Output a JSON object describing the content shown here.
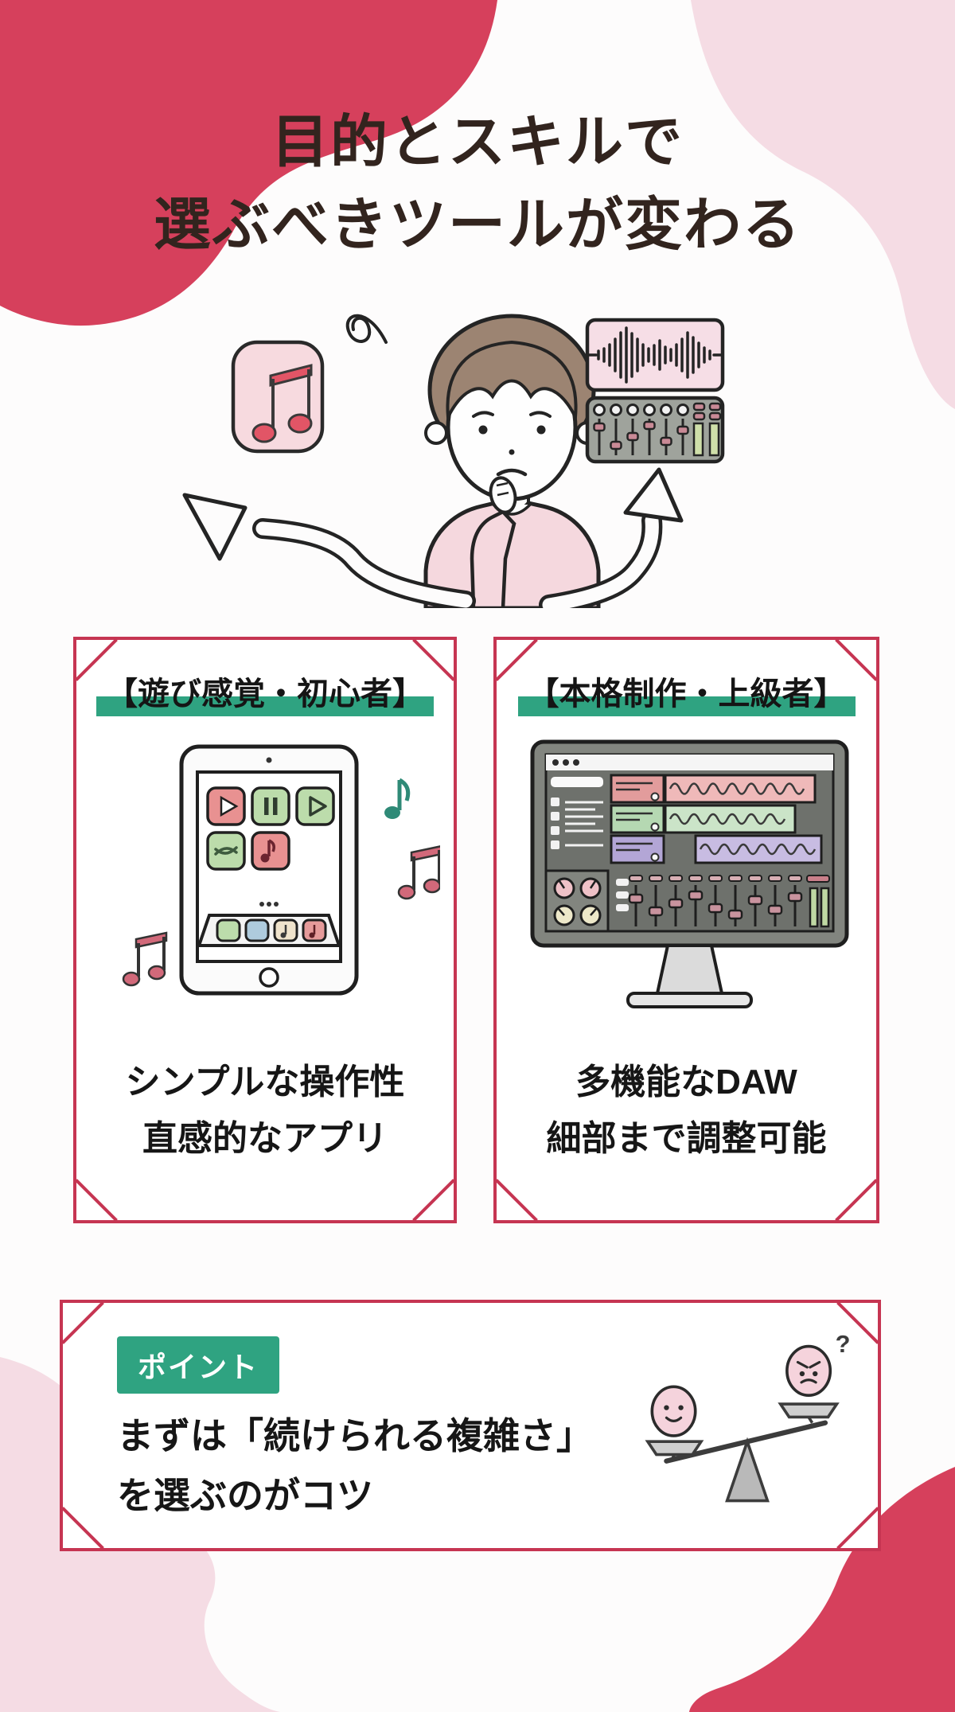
{
  "page": {
    "background": "#FDFCFC"
  },
  "colors": {
    "crimson_blob": "#D6405C",
    "light_pink_blob": "#F5DCE4",
    "card_border": "#C63552",
    "accent_green": "#2FA381",
    "title_text": "#32241E",
    "body_text": "#161616"
  },
  "title": {
    "line1": "目的とスキルで",
    "line2": "選ぶべきツールが変わる"
  },
  "hero": {
    "left_icon": "music-app-icon",
    "center_icon": "thinking-person",
    "right_icon_top": "audio-waveform-panel",
    "right_icon_bottom": "mixer-panel"
  },
  "cards": [
    {
      "header": "【遊び感覚・初心者】",
      "illustration": "tablet-music-app",
      "caption_line1": "シンプルな操作性",
      "caption_line2": "直感的なアプリ"
    },
    {
      "header": "【本格制作・上級者】",
      "illustration": "daw-monitor",
      "caption_line1": "多機能なDAW",
      "caption_line2": "細部まで調整可能"
    }
  ],
  "point": {
    "badge": "ポイント",
    "line1": "まずは「続けられる複雑さ」",
    "line2": "を選ぶのがコツ",
    "question_mark": "?"
  }
}
